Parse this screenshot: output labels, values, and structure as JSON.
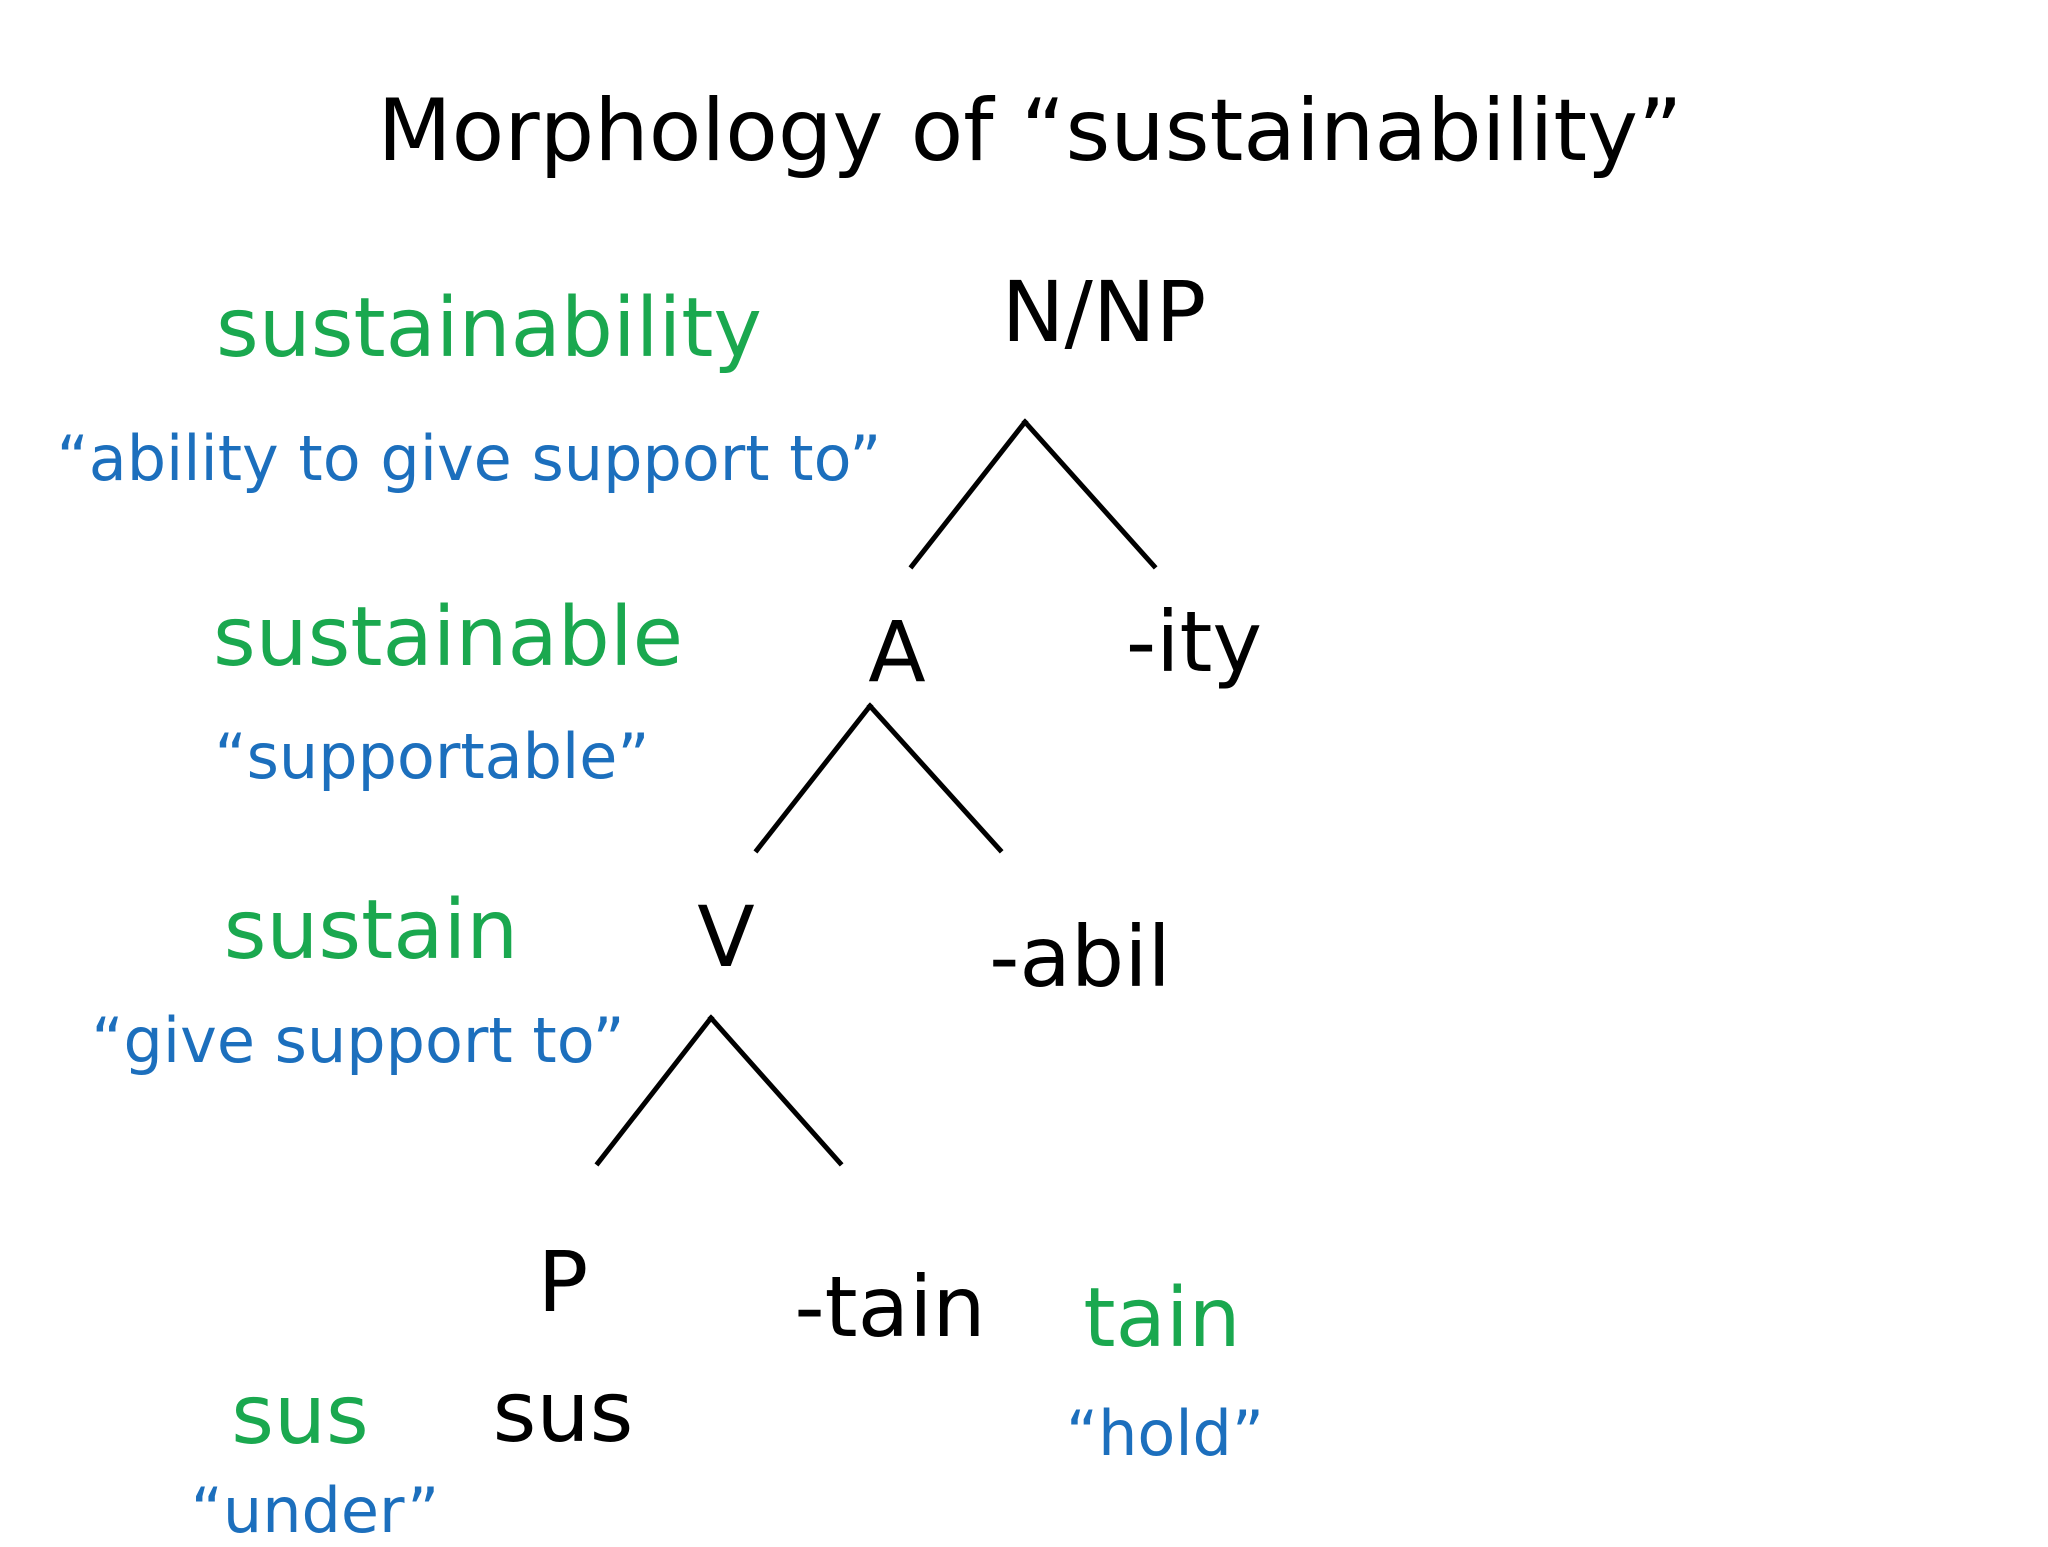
{
  "title": "Morphology of “sustainability”",
  "tree": {
    "root": "N/NP",
    "level1": {
      "head": "A",
      "suffix": "-ity"
    },
    "level2": {
      "head": "V",
      "suffix": "-abil"
    },
    "level3": {
      "prefix_label": "P",
      "prefix_form": "sus",
      "root": "-tain"
    }
  },
  "glosses": {
    "sustainability": {
      "word": "sustainability",
      "meaning": "“ability to give support to”"
    },
    "sustainable": {
      "word": "sustainable",
      "meaning": "“supportable”"
    },
    "sustain": {
      "word": "sustain",
      "meaning": "“give support to”"
    },
    "sus": {
      "word": "sus",
      "meaning": "“under”"
    },
    "tain": {
      "word": "tain",
      "meaning": "“hold”"
    }
  },
  "colors": {
    "tree": "#000000",
    "word": "#1aa84f",
    "gloss": "#1c6fbd"
  }
}
